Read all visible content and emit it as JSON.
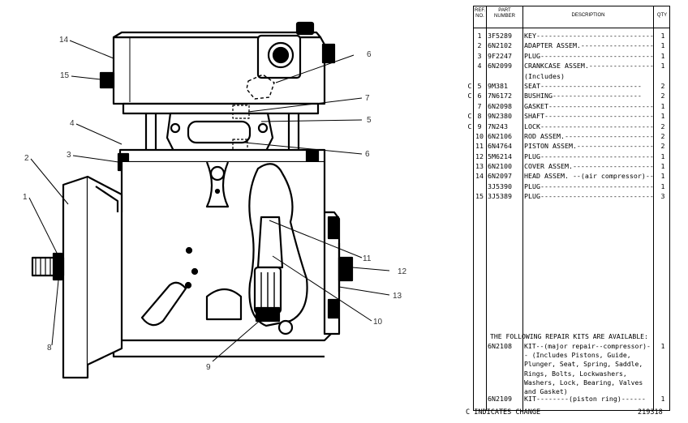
{
  "table": {
    "headers": {
      "ref": "REF. NO.",
      "part": "PART NUMBER",
      "desc": "DESCRIPTION",
      "qty": "QTY"
    },
    "rows": [
      {
        "mark": "",
        "ref": "1",
        "part": "3F5289",
        "desc": "KEY-----------------------------",
        "qty": "1"
      },
      {
        "mark": "",
        "ref": "2",
        "part": "6N2102",
        "desc": "ADAPTER ASSEM.-------------------",
        "qty": "1"
      },
      {
        "mark": "",
        "ref": "3",
        "part": "9F2247",
        "desc": "PLUG----------------------------",
        "qty": "1"
      },
      {
        "mark": "",
        "ref": "4",
        "part": "6N2099",
        "desc": "CRANKCASE ASSEM.-----------------",
        "qty": "1"
      },
      {
        "mark": "",
        "ref": "",
        "part": "",
        "desc": "   (Includes)",
        "qty": ""
      },
      {
        "mark": "C",
        "ref": "5",
        "part": "9M381",
        "desc": "    SEAT-------------------------",
        "qty": "2"
      },
      {
        "mark": "C",
        "ref": "6",
        "part": "7N6172",
        "desc": "    BUSHING----------------------",
        "qty": "2"
      },
      {
        "mark": "",
        "ref": "7",
        "part": "6N2098",
        "desc": "GASKET--------------------------",
        "qty": "1"
      },
      {
        "mark": "C",
        "ref": "8",
        "part": "9N2380",
        "desc": "SHAFT---------------------------",
        "qty": "1"
      },
      {
        "mark": "C",
        "ref": "9",
        "part": "7N243",
        "desc": "LOCK----------------------------",
        "qty": "2"
      },
      {
        "mark": "",
        "ref": "10",
        "part": "6N2106",
        "desc": "ROD ASSEM.----------------------",
        "qty": "2"
      },
      {
        "mark": "",
        "ref": "11",
        "part": "6N4764",
        "desc": "PISTON ASSEM.-------------------",
        "qty": "2"
      },
      {
        "mark": "",
        "ref": "12",
        "part": "5M6214",
        "desc": "PLUG----------------------------",
        "qty": "1"
      },
      {
        "mark": "",
        "ref": "13",
        "part": "6N2100",
        "desc": "COVER ASSEM.--------------------",
        "qty": "1"
      },
      {
        "mark": "",
        "ref": "14",
        "part": "6N2097",
        "desc": "HEAD ASSEM. --(air compressor)--",
        "qty": "1"
      },
      {
        "mark": "",
        "ref": "",
        "part": "3J5390",
        "desc": "PLUG----------------------------",
        "qty": "1"
      },
      {
        "mark": "",
        "ref": "15",
        "part": "3J5389",
        "desc": "PLUG----------------------------",
        "qty": "3"
      }
    ],
    "kits_title": "THE FOLLOWING REPAIR KITS ARE AVAILABLE:",
    "kit1": {
      "part": "6N2108",
      "desc": "KIT--(major repair--compressor)-- (Includes Pistons, Guide, Plunger, Seat, Spring, Saddle, Rings, Bolts, Lockwashers, Washers, Lock, Bearing, Valves and Gasket)",
      "qty": "1"
    },
    "kit2": {
      "part": "6N2109",
      "desc": "KIT--------(piston ring)------",
      "qty": "1"
    }
  },
  "footer_note": "C INDICATES CHANGE",
  "illustration_number": "219318",
  "callouts": [
    "14",
    "15",
    "4",
    "3",
    "2",
    "1",
    "8",
    "6",
    "7",
    "5",
    "6",
    "11",
    "12",
    "13",
    "10",
    "9"
  ]
}
